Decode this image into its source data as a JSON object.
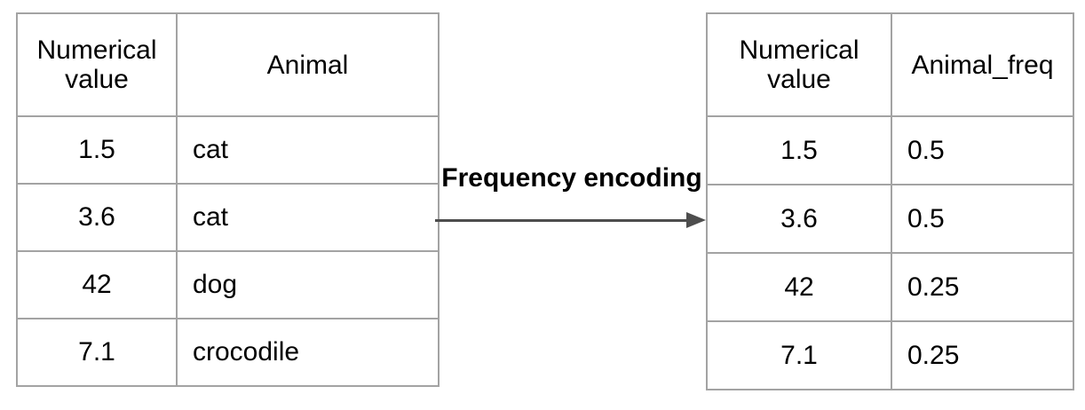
{
  "diagram": {
    "arrow_label": "Frequency encoding"
  },
  "left_table": {
    "headers": [
      "Numerical value",
      "Animal"
    ],
    "rows": [
      [
        "1.5",
        "cat"
      ],
      [
        "3.6",
        "cat"
      ],
      [
        "42",
        "dog"
      ],
      [
        "7.1",
        "crocodile"
      ]
    ]
  },
  "right_table": {
    "headers": [
      "Numerical value",
      "Animal_freq"
    ],
    "rows": [
      [
        "1.5",
        "0.5"
      ],
      [
        "3.6",
        "0.5"
      ],
      [
        "42",
        "0.25"
      ],
      [
        "7.1",
        "0.25"
      ]
    ]
  },
  "colors": {
    "table_border": "#a3a3a3",
    "arrow": "#4d4d4d",
    "text": "#000000",
    "background": "#ffffff"
  }
}
